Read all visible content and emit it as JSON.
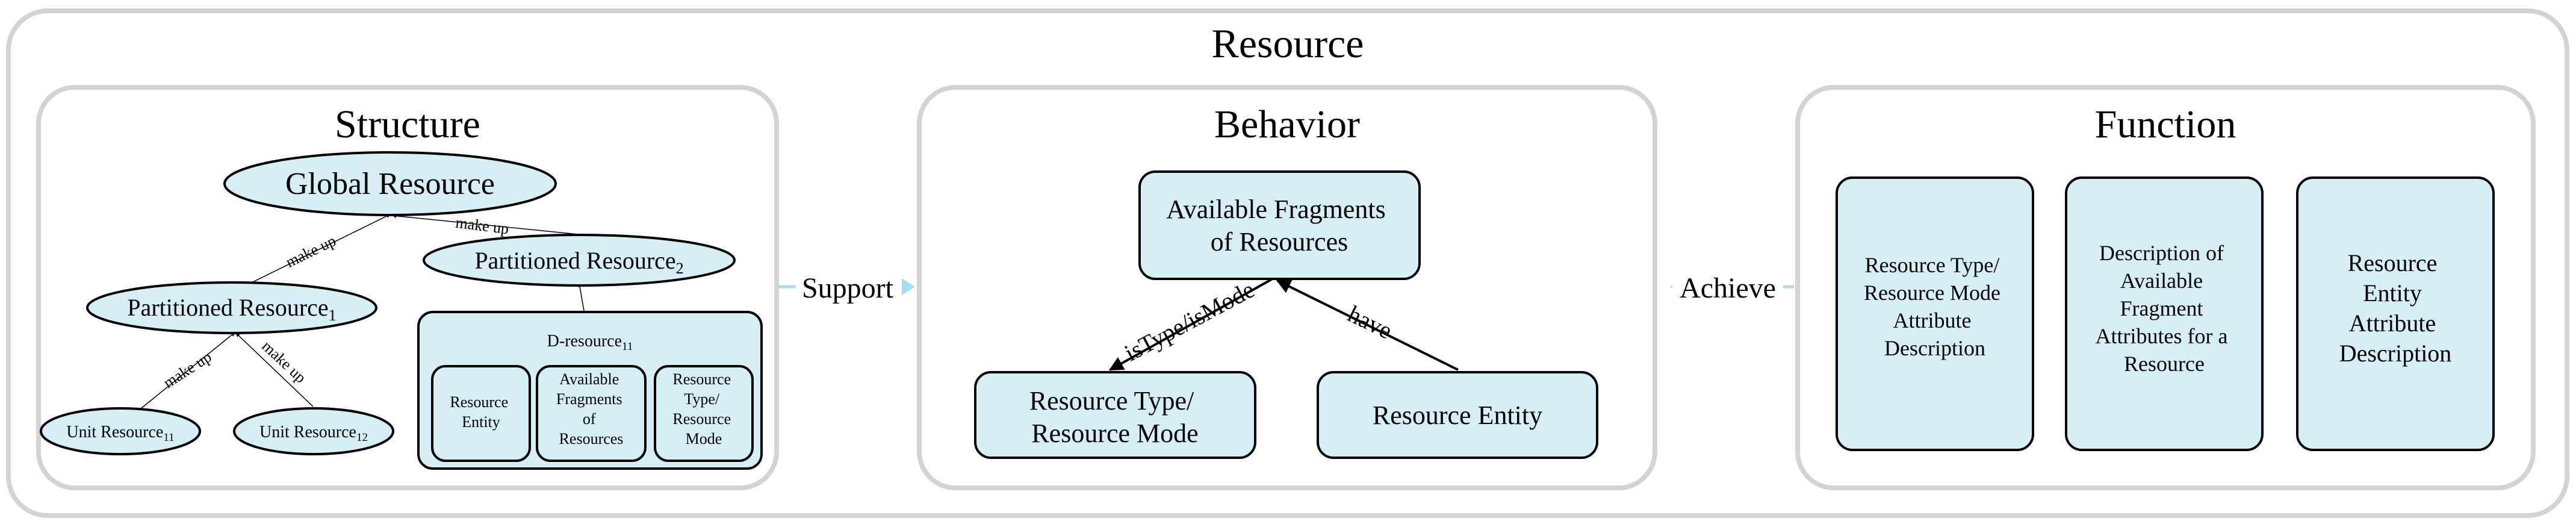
{
  "title": "Resource",
  "structure": {
    "title": "Structure",
    "global": "Global Resource",
    "partitioned_1": "Partitioned Resource",
    "partitioned_1_sub": "1",
    "partitioned_2": "Partitioned Resource",
    "partitioned_2_sub": "2",
    "unit_11": "Unit Resource",
    "unit_11_sub": "11",
    "unit_12": "Unit Resource",
    "unit_12_sub": "12",
    "d_resource": "D-resource",
    "d_resource_sub": "11",
    "d_items": [
      [
        "Resource",
        "Entity"
      ],
      [
        "Available",
        "Fragments",
        "of",
        "Resources"
      ],
      [
        "Resource",
        "Type/",
        "Resource",
        "Mode"
      ]
    ],
    "edge_label": "make up"
  },
  "support_label": "Support",
  "behavior": {
    "title": "Behavior",
    "available": [
      "Available Fragments",
      "of Resources"
    ],
    "type_mode": [
      "Resource Type/",
      "Resource Mode"
    ],
    "entity": "Resource Entity",
    "edge_istype": "isType/isMode",
    "edge_have": "have"
  },
  "achieve_label": "Achieve",
  "function": {
    "title": "Function",
    "boxes": [
      [
        "Resource Type/",
        "Resource Mode",
        "Attribute",
        "Description"
      ],
      [
        "Description of",
        "Available",
        "Fragment",
        "Attributes for a",
        "Resource"
      ],
      [
        "Resource",
        "Entity",
        "Attribute",
        "Description"
      ]
    ]
  },
  "colors": {
    "node_fill": "#d6eef5",
    "panel_border": "#d3d3d3",
    "connector": "#a9dced"
  }
}
